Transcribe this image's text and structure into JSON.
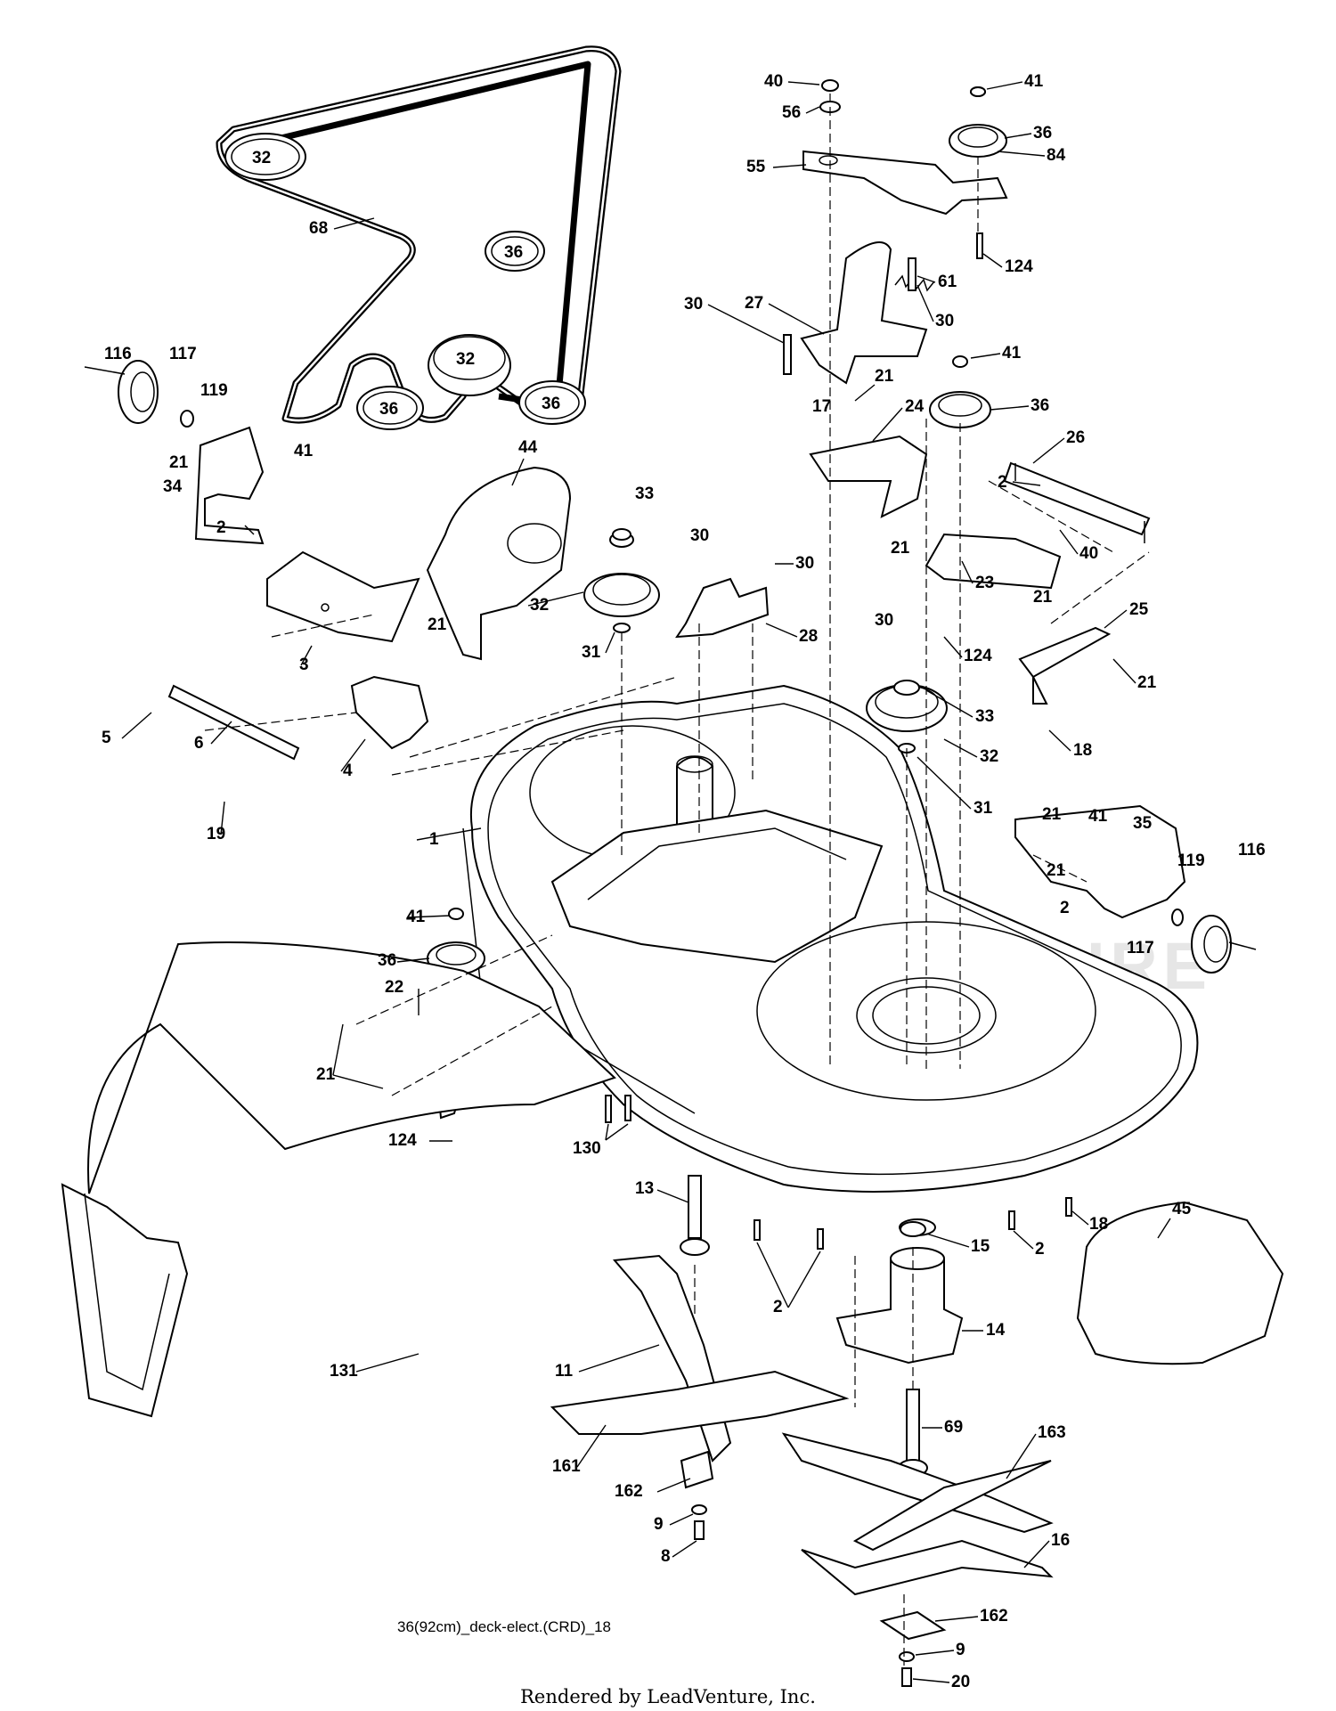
{
  "diagram": {
    "drawing_code": "36(92cm)_deck-elect.(CRD)_18",
    "credit": "Rendered by LeadVenture, Inc.",
    "watermark": "LEADVENTURE",
    "belt_pulley_labels": [
      "32",
      "36",
      "32",
      "36",
      "36"
    ],
    "callouts": [
      "40",
      "41",
      "56",
      "36",
      "84",
      "55",
      "124",
      "61",
      "30",
      "27",
      "30",
      "41",
      "21",
      "17",
      "36",
      "24",
      "26",
      "2",
      "40",
      "21",
      "23",
      "21",
      "25",
      "30",
      "124",
      "21",
      "18",
      "33",
      "32",
      "31",
      "33",
      "30",
      "30",
      "32",
      "28",
      "31",
      "44",
      "116",
      "117",
      "119",
      "21",
      "34",
      "41",
      "2",
      "3",
      "21",
      "5",
      "6",
      "4",
      "19",
      "1",
      "21",
      "41",
      "35",
      "21",
      "119",
      "116",
      "2",
      "117",
      "41",
      "36",
      "22",
      "21",
      "124",
      "130",
      "13",
      "15",
      "2",
      "18",
      "45",
      "2",
      "14",
      "131",
      "11",
      "69",
      "163",
      "161",
      "162",
      "9",
      "8",
      "16",
      "162",
      "9",
      "20",
      "68"
    ]
  }
}
